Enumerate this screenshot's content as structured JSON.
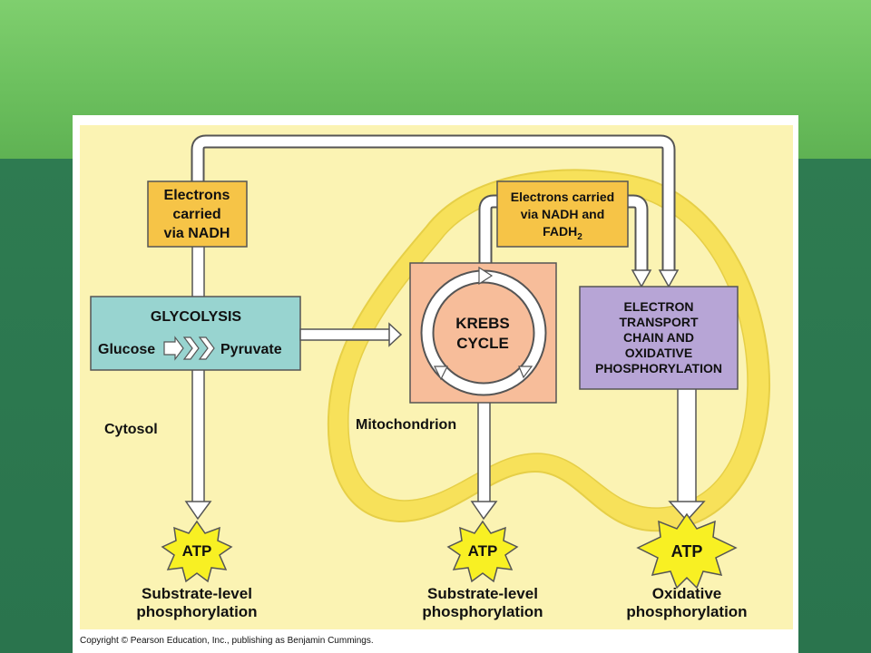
{
  "diagram": {
    "electrons_nadh": [
      "Electrons",
      "carried",
      "via NADH"
    ],
    "electrons_nadh_fadh2": {
      "line1": "Electrons carried",
      "line2": "via NADH and",
      "line3": "FADH",
      "line3_subscript": "2"
    },
    "glycolysis": {
      "title": "GLYCOLYSIS",
      "input": "Glucose",
      "output": "Pyruvate"
    },
    "krebs": [
      "KREBS",
      "CYCLE"
    ],
    "etc": [
      "ELECTRON",
      "TRANSPORT",
      "CHAIN AND",
      "OXIDATIVE",
      "PHOSPHORYLATION"
    ],
    "region_cytosol": "Cytosol",
    "region_mitochondrion": "Mitochondrion",
    "outputs": [
      {
        "atp": "ATP",
        "caption": [
          "Substrate-level",
          "phosphorylation"
        ]
      },
      {
        "atp": "ATP",
        "caption": [
          "Substrate-level",
          "phosphorylation"
        ]
      },
      {
        "atp": "ATP",
        "caption": [
          "Oxidative",
          "phosphorylation"
        ]
      }
    ],
    "colors": {
      "figure_background": "#fbf3b3",
      "mitochondrion": "#f7e15a",
      "glycolysis_box": "#98d4d0",
      "krebs_box": "#f7bd9a",
      "etc_box": "#b7a5d6",
      "electron_box": "#f6c447",
      "atp_star": "#f8f023"
    }
  },
  "copyright": "Copyright © Pearson Education, Inc., publishing as Benjamin Cummings."
}
